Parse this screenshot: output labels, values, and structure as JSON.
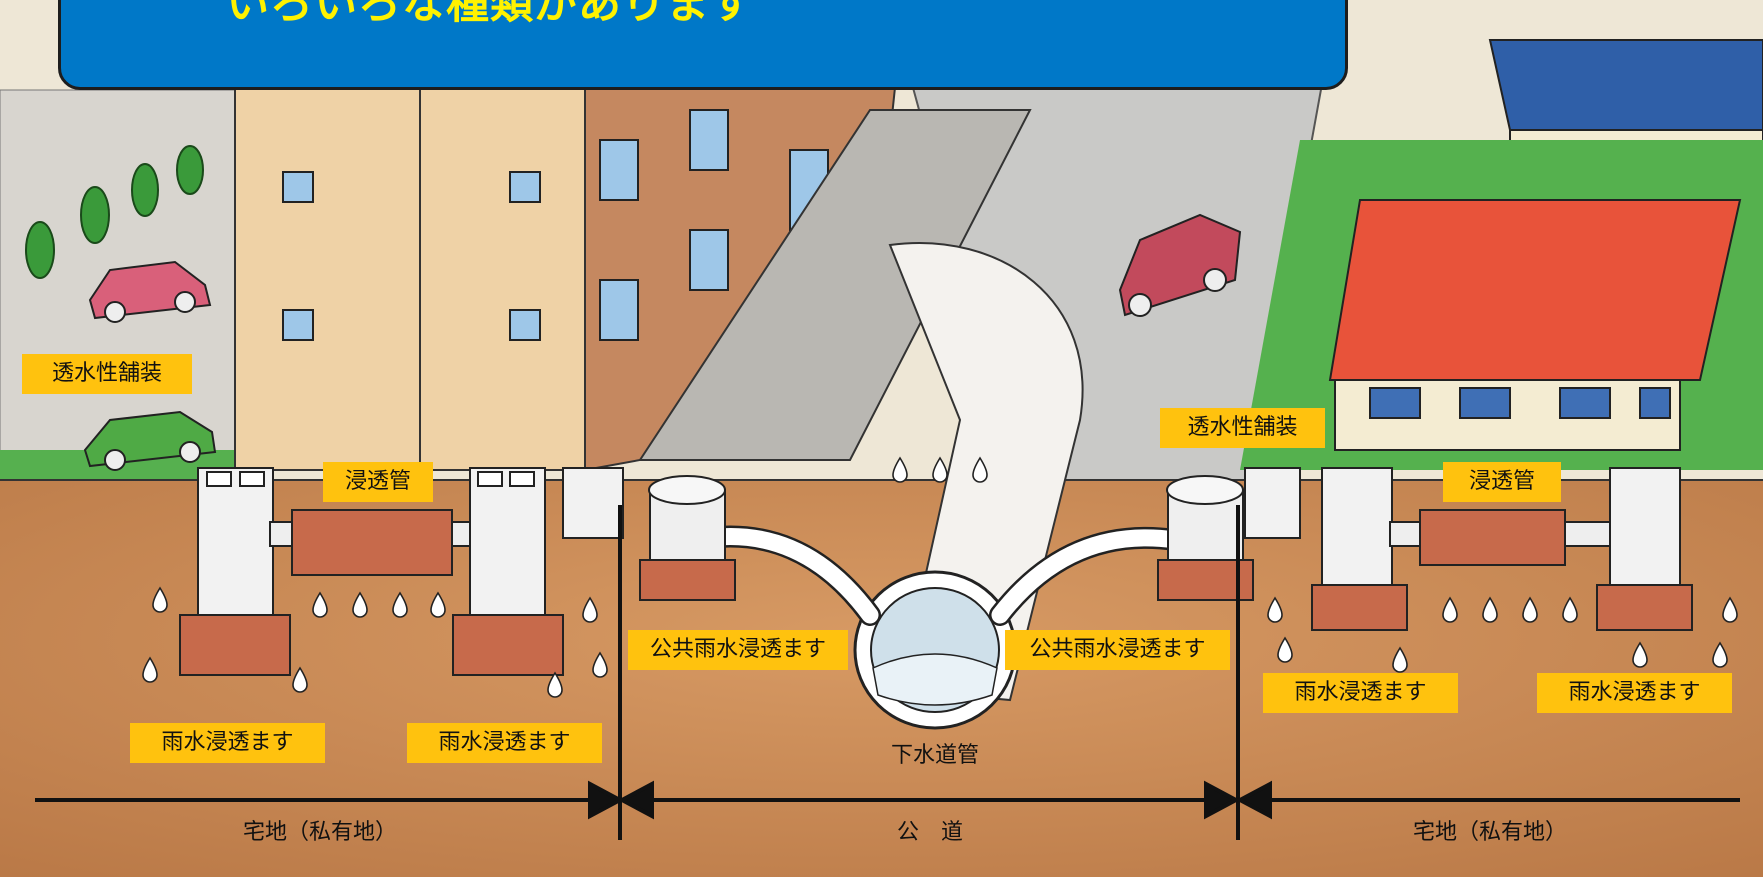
{
  "title": "いろいろな種類があります",
  "labels": {
    "pavement_left": "透水性舗装",
    "pavement_right": "透水性舗装",
    "pipe_left": "浸透管",
    "pipe_right": "浸透管",
    "public_left": "公共雨水浸透ます",
    "public_right": "公共雨水浸透ます",
    "basin_1": "雨水浸透ます",
    "basin_2": "雨水浸透ます",
    "basin_3": "雨水浸透ます",
    "basin_4": "雨水浸透ます",
    "sewer": "下水道管"
  },
  "zones": {
    "left": "宅地（私有地）",
    "road": "公　道",
    "right": "宅地（私有地）"
  },
  "colors": {
    "banner": "#0078c8",
    "title_text": "#fff200",
    "label_bg": "#ffc20e",
    "soil": "#c88a57",
    "lawn": "#4cae4c",
    "roof_red": "#e8533a",
    "solar_blue": "#2f5fa8"
  }
}
